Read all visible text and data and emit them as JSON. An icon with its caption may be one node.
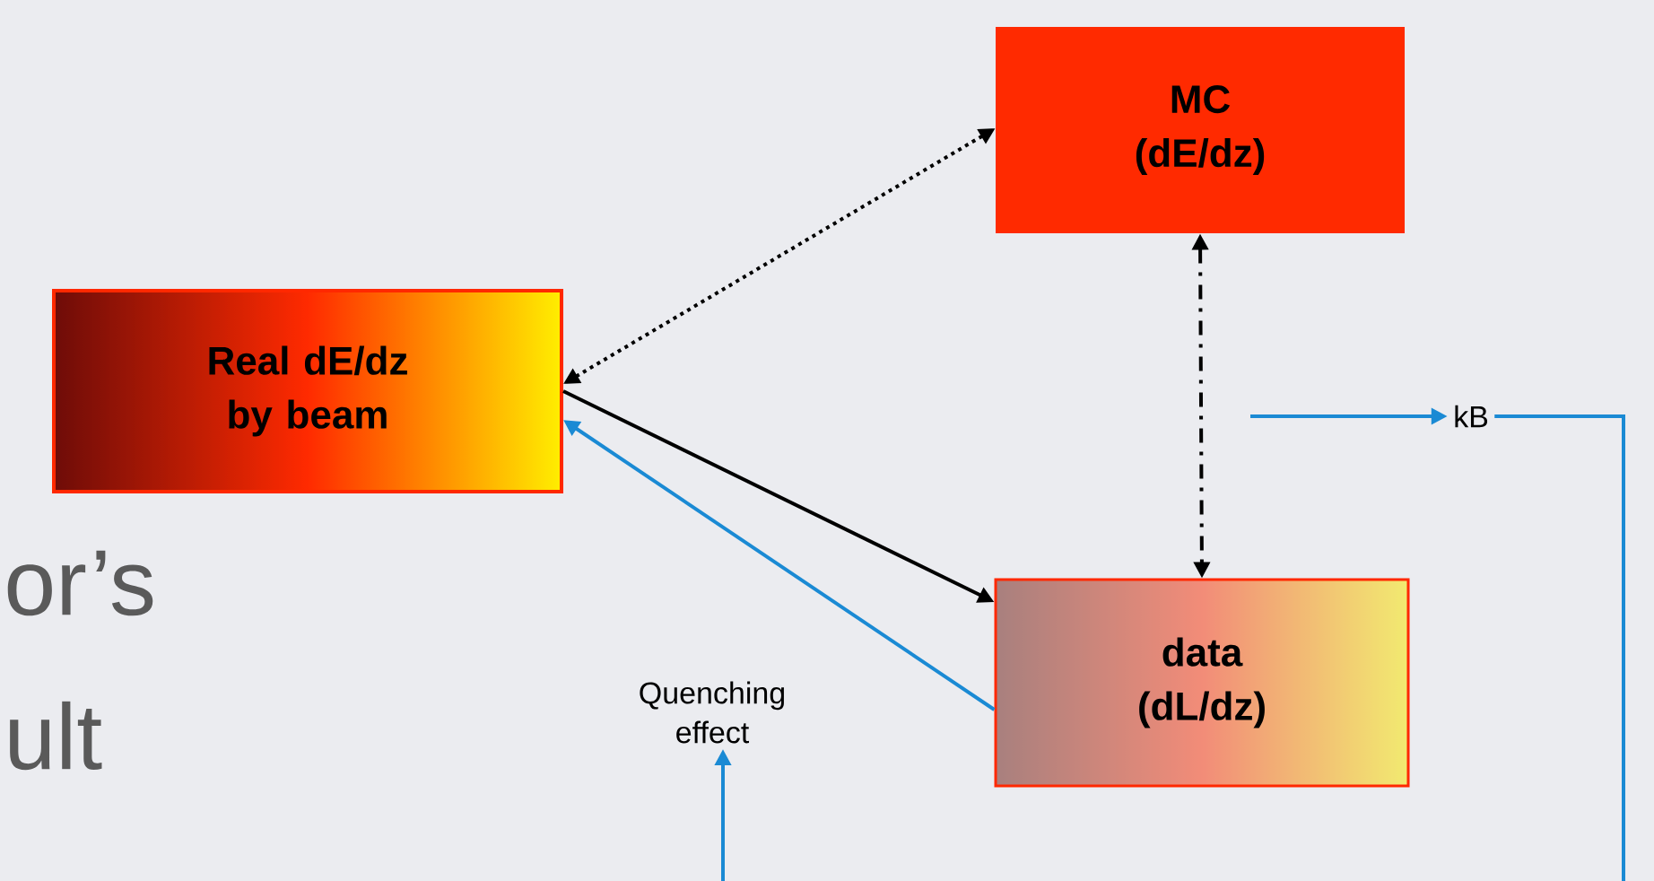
{
  "diagram": {
    "nodes": [
      {
        "text": [
          "Real dE/dz by beam"
        ]
      },
      {
        "text": [
          "MC (dE/dz)"
        ]
      },
      {
        "text": [
          "data (dL/dz)"
        ]
      },
      {
        "text": [
          "kB"
        ]
      },
      {
        "text": [
          "Quenching effect"
        ]
      }
    ],
    "edges": [
      {
        "from": 1,
        "to": 0,
        "arrow": "both",
        "style": "dashed",
        "color": "#000000"
      },
      {
        "from": 0,
        "to": 2,
        "arrow": "to",
        "color": "#000000"
      },
      {
        "from": 2,
        "to": 0,
        "arrow": "to"
      },
      {
        "from": 1,
        "to": 2,
        "arrow": "both",
        "style": "dashed",
        "color": "#000000"
      },
      {
        "from": null,
        "to": 3,
        "arrow": "to"
      },
      {
        "from": 3,
        "to": null,
        "arrow": "none"
      },
      {
        "from": null,
        "to": 4,
        "arrow": "to"
      }
    ],
    "labels": [
      "or’s",
      "ult"
    ]
  }
}
